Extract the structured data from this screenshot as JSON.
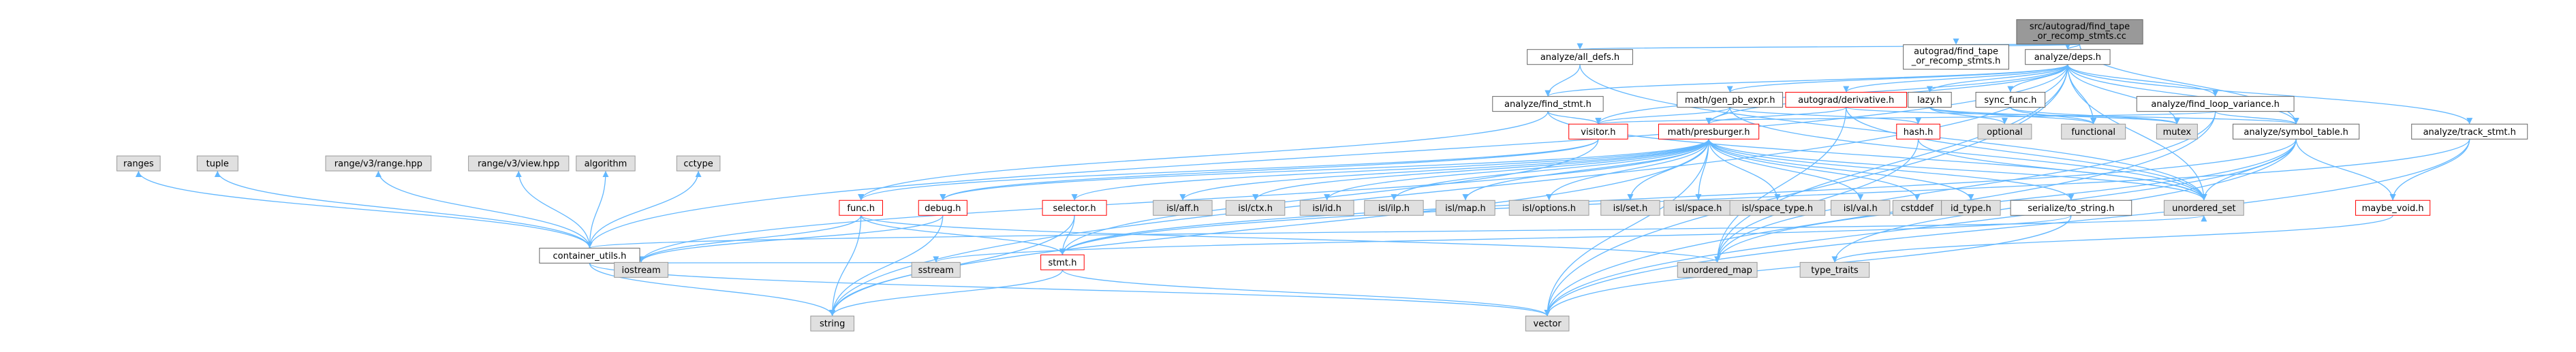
{
  "graph": {
    "nodes": [
      {
        "id": "root",
        "lines": [
          "src/autograd/find_tape",
          "_or_recomp_stmts.cc"
        ],
        "kind": "root"
      },
      {
        "id": "all_defs",
        "lines": [
          "analyze/all_defs.h"
        ],
        "kind": "normal"
      },
      {
        "id": "fthdr",
        "lines": [
          "autograd/find_tape",
          "_or_recomp_stmts.h"
        ],
        "kind": "normal"
      },
      {
        "id": "deps",
        "lines": [
          "analyze/deps.h"
        ],
        "kind": "normal"
      },
      {
        "id": "find_stmt",
        "lines": [
          "analyze/find_stmt.h"
        ],
        "kind": "normal"
      },
      {
        "id": "gen_pb",
        "lines": [
          "math/gen_pb_expr.h"
        ],
        "kind": "normal"
      },
      {
        "id": "derivative",
        "lines": [
          "autograd/derivative.h"
        ],
        "kind": "red"
      },
      {
        "id": "lazy",
        "lines": [
          "lazy.h"
        ],
        "kind": "normal"
      },
      {
        "id": "sync_func",
        "lines": [
          "sync_func.h"
        ],
        "kind": "normal"
      },
      {
        "id": "find_loop_var",
        "lines": [
          "analyze/find_loop_variance.h"
        ],
        "kind": "normal"
      },
      {
        "id": "container_utils",
        "lines": [
          "container_utils.h"
        ],
        "kind": "normal"
      },
      {
        "id": "visitor",
        "lines": [
          "visitor.h"
        ],
        "kind": "red"
      },
      {
        "id": "presburger",
        "lines": [
          "math/presburger.h"
        ],
        "kind": "red"
      },
      {
        "id": "hash",
        "lines": [
          "hash.h"
        ],
        "kind": "red"
      },
      {
        "id": "optional",
        "lines": [
          "optional"
        ],
        "kind": "gray"
      },
      {
        "id": "functional",
        "lines": [
          "functional"
        ],
        "kind": "gray"
      },
      {
        "id": "mutex",
        "lines": [
          "mutex"
        ],
        "kind": "gray"
      },
      {
        "id": "symbol_table",
        "lines": [
          "analyze/symbol_table.h"
        ],
        "kind": "normal"
      },
      {
        "id": "track_stmt",
        "lines": [
          "analyze/track_stmt.h"
        ],
        "kind": "normal"
      },
      {
        "id": "ranges",
        "lines": [
          "ranges"
        ],
        "kind": "gray"
      },
      {
        "id": "tuple",
        "lines": [
          "tuple"
        ],
        "kind": "gray"
      },
      {
        "id": "range_v3_range",
        "lines": [
          "range/v3/range.hpp"
        ],
        "kind": "gray"
      },
      {
        "id": "range_v3_view",
        "lines": [
          "range/v3/view.hpp"
        ],
        "kind": "gray"
      },
      {
        "id": "algorithm",
        "lines": [
          "algorithm"
        ],
        "kind": "gray"
      },
      {
        "id": "cctype",
        "lines": [
          "cctype"
        ],
        "kind": "gray"
      },
      {
        "id": "func",
        "lines": [
          "func.h"
        ],
        "kind": "red"
      },
      {
        "id": "debug",
        "lines": [
          "debug.h"
        ],
        "kind": "red"
      },
      {
        "id": "selector",
        "lines": [
          "selector.h"
        ],
        "kind": "red"
      },
      {
        "id": "isl_aff",
        "lines": [
          "isl/aff.h"
        ],
        "kind": "gray"
      },
      {
        "id": "isl_ctx",
        "lines": [
          "isl/ctx.h"
        ],
        "kind": "gray"
      },
      {
        "id": "isl_id",
        "lines": [
          "isl/id.h"
        ],
        "kind": "gray"
      },
      {
        "id": "isl_ilp",
        "lines": [
          "isl/ilp.h"
        ],
        "kind": "gray"
      },
      {
        "id": "isl_map",
        "lines": [
          "isl/map.h"
        ],
        "kind": "gray"
      },
      {
        "id": "isl_options",
        "lines": [
          "isl/options.h"
        ],
        "kind": "gray"
      },
      {
        "id": "isl_set",
        "lines": [
          "isl/set.h"
        ],
        "kind": "gray"
      },
      {
        "id": "isl_space",
        "lines": [
          "isl/space.h"
        ],
        "kind": "gray"
      },
      {
        "id": "isl_space_type",
        "lines": [
          "isl/space_type.h"
        ],
        "kind": "gray"
      },
      {
        "id": "isl_val",
        "lines": [
          "isl/val.h"
        ],
        "kind": "gray"
      },
      {
        "id": "cstddef",
        "lines": [
          "cstddef"
        ],
        "kind": "gray"
      },
      {
        "id": "id_type",
        "lines": [
          "id_type.h"
        ],
        "kind": "gray"
      },
      {
        "id": "serialize",
        "lines": [
          "serialize/to_string.h"
        ],
        "kind": "normal"
      },
      {
        "id": "unordered_set",
        "lines": [
          "unordered_set"
        ],
        "kind": "gray"
      },
      {
        "id": "maybe_void",
        "lines": [
          "maybe_void.h"
        ],
        "kind": "red"
      },
      {
        "id": "iostream",
        "lines": [
          "iostream"
        ],
        "kind": "gray"
      },
      {
        "id": "sstream",
        "lines": [
          "sstream"
        ],
        "kind": "gray"
      },
      {
        "id": "stmt",
        "lines": [
          "stmt.h"
        ],
        "kind": "red"
      },
      {
        "id": "unordered_map",
        "lines": [
          "unordered_map"
        ],
        "kind": "gray"
      },
      {
        "id": "type_traits",
        "lines": [
          "type_traits"
        ],
        "kind": "gray"
      },
      {
        "id": "string",
        "lines": [
          "string"
        ],
        "kind": "gray"
      },
      {
        "id": "vector",
        "lines": [
          "vector"
        ],
        "kind": "gray"
      }
    ],
    "edges": [
      [
        "root",
        "all_defs"
      ],
      [
        "root",
        "fthdr"
      ],
      [
        "root",
        "deps"
      ],
      [
        "root",
        "symbol_table"
      ],
      [
        "all_defs",
        "find_stmt"
      ],
      [
        "all_defs",
        "unordered_set"
      ],
      [
        "deps",
        "find_stmt"
      ],
      [
        "deps",
        "gen_pb"
      ],
      [
        "deps",
        "derivative"
      ],
      [
        "deps",
        "lazy"
      ],
      [
        "deps",
        "sync_func"
      ],
      [
        "deps",
        "find_loop_var"
      ],
      [
        "deps",
        "container_utils"
      ],
      [
        "deps",
        "visitor"
      ],
      [
        "deps",
        "presburger"
      ],
      [
        "deps",
        "symbol_table"
      ],
      [
        "deps",
        "track_stmt"
      ],
      [
        "deps",
        "mutex"
      ],
      [
        "deps",
        "functional"
      ],
      [
        "deps",
        "unordered_set"
      ],
      [
        "deps",
        "unordered_map"
      ],
      [
        "deps",
        "vector"
      ],
      [
        "deps",
        "string"
      ],
      [
        "find_stmt",
        "visitor"
      ],
      [
        "find_stmt",
        "func"
      ],
      [
        "find_stmt",
        "unordered_set"
      ],
      [
        "gen_pb",
        "hash"
      ],
      [
        "gen_pb",
        "visitor"
      ],
      [
        "gen_pb",
        "presburger"
      ],
      [
        "gen_pb",
        "unordered_set"
      ],
      [
        "derivative",
        "presburger"
      ],
      [
        "derivative",
        "symbol_table"
      ],
      [
        "derivative",
        "unordered_set"
      ],
      [
        "derivative",
        "unordered_map"
      ],
      [
        "lazy",
        "optional"
      ],
      [
        "lazy",
        "functional"
      ],
      [
        "lazy",
        "mutex"
      ],
      [
        "sync_func",
        "functional"
      ],
      [
        "sync_func",
        "mutex"
      ],
      [
        "find_loop_var",
        "symbol_table"
      ],
      [
        "find_loop_var",
        "visitor"
      ],
      [
        "find_loop_var",
        "unordered_map"
      ],
      [
        "find_loop_var",
        "vector"
      ],
      [
        "container_utils",
        "ranges"
      ],
      [
        "container_utils",
        "tuple"
      ],
      [
        "container_utils",
        "range_v3_range"
      ],
      [
        "container_utils",
        "range_v3_view"
      ],
      [
        "container_utils",
        "algorithm"
      ],
      [
        "container_utils",
        "cctype"
      ],
      [
        "container_utils",
        "iostream"
      ],
      [
        "container_utils",
        "sstream"
      ],
      [
        "container_utils",
        "string"
      ],
      [
        "container_utils",
        "vector"
      ],
      [
        "container_utils",
        "unordered_set"
      ],
      [
        "visitor",
        "debug"
      ],
      [
        "visitor",
        "func"
      ],
      [
        "visitor",
        "stmt"
      ],
      [
        "presburger",
        "debug"
      ],
      [
        "presburger",
        "selector"
      ],
      [
        "presburger",
        "isl_aff"
      ],
      [
        "presburger",
        "isl_ctx"
      ],
      [
        "presburger",
        "isl_id"
      ],
      [
        "presburger",
        "isl_ilp"
      ],
      [
        "presburger",
        "isl_map"
      ],
      [
        "presburger",
        "isl_options"
      ],
      [
        "presburger",
        "isl_set"
      ],
      [
        "presburger",
        "isl_space"
      ],
      [
        "presburger",
        "isl_space_type"
      ],
      [
        "presburger",
        "isl_val"
      ],
      [
        "presburger",
        "cstddef"
      ],
      [
        "presburger",
        "id_type"
      ],
      [
        "presburger",
        "serialize"
      ],
      [
        "presburger",
        "unordered_set"
      ],
      [
        "presburger",
        "iostream"
      ],
      [
        "presburger",
        "string"
      ],
      [
        "presburger",
        "vector"
      ],
      [
        "hash",
        "unordered_set"
      ],
      [
        "hash",
        "unordered_map"
      ],
      [
        "symbol_table",
        "maybe_void"
      ],
      [
        "symbol_table",
        "stmt"
      ],
      [
        "symbol_table",
        "type_traits"
      ],
      [
        "symbol_table",
        "unordered_set"
      ],
      [
        "symbol_table",
        "unordered_map"
      ],
      [
        "symbol_table",
        "vector"
      ],
      [
        "track_stmt",
        "maybe_void"
      ],
      [
        "track_stmt",
        "stmt"
      ],
      [
        "track_stmt",
        "vector"
      ],
      [
        "func",
        "iostream"
      ],
      [
        "func",
        "string"
      ],
      [
        "func",
        "stmt"
      ],
      [
        "func",
        "unordered_map"
      ],
      [
        "debug",
        "string"
      ],
      [
        "debug",
        "iostream"
      ],
      [
        "selector",
        "string"
      ],
      [
        "selector",
        "stmt"
      ],
      [
        "serialize",
        "sstream"
      ],
      [
        "serialize",
        "vector"
      ],
      [
        "maybe_void",
        "type_traits"
      ],
      [
        "stmt",
        "string"
      ],
      [
        "stmt",
        "vector"
      ]
    ]
  }
}
